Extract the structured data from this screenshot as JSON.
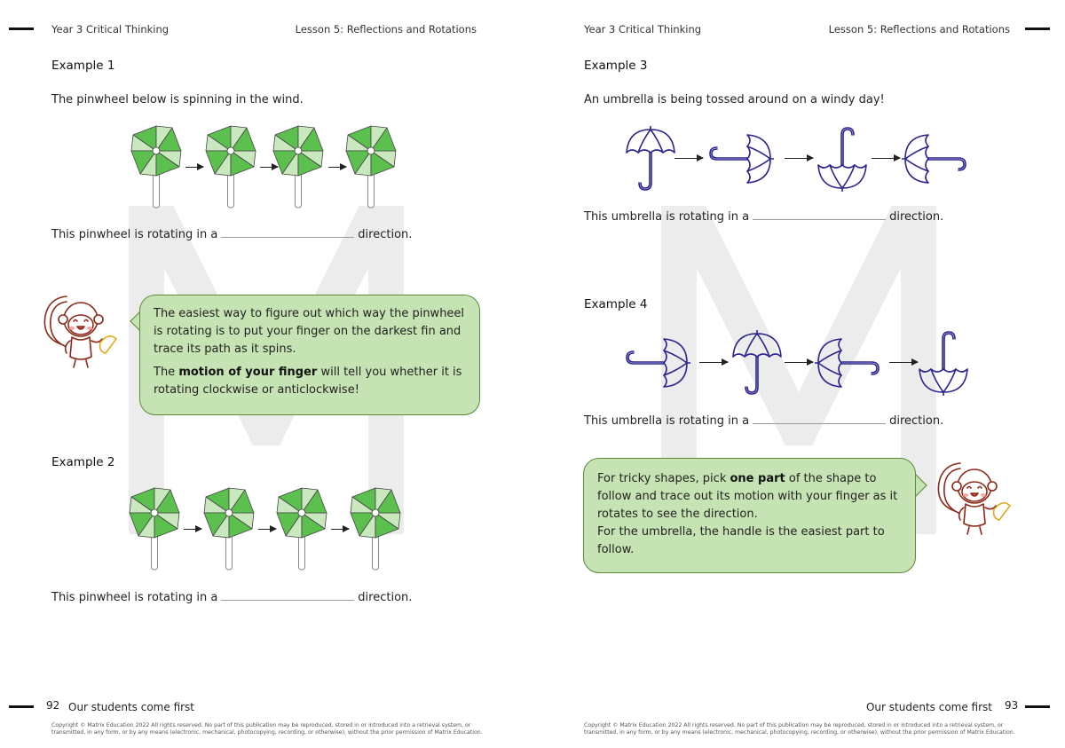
{
  "left": {
    "header_left": "Year 3 Critical Thinking",
    "header_right": "Lesson 5: Reflections and Rotations",
    "example1": {
      "heading": "Example 1",
      "intro": "The pinwheel below is spinning in the wind.",
      "answer_before": "This pinwheel is rotating in a",
      "answer_after": "direction."
    },
    "tip": {
      "line1": "The easiest way to figure out which way the pinwheel is rotating is to put your finger on the darkest fin and trace its path as it spins.",
      "line2_before": "The",
      "line2_bold": "motion of your finger",
      "line2_after": "will tell you whether it is rotating clockwise or anticlockwise!"
    },
    "example2": {
      "heading": "Example 2",
      "answer_before": "This pinwheel is rotating in a",
      "answer_after": "direction."
    },
    "page_number": "92",
    "slogan": "Our students come first",
    "copyright": "Copyright © Matrix Education 2022 All rights reserved. No part of this publication may be reproduced, stored in or introduced into a retrieval system, or transmitted, in any form, or by any means (electronic, mechanical, photocopying, recording, or otherwise), without the prior permission of Matrix Education."
  },
  "right": {
    "header_left": "Year 3 Critical Thinking",
    "header_right": "Lesson 5: Reflections and Rotations",
    "example3": {
      "heading": "Example 3",
      "intro": "An umbrella is being tossed around on a windy day!",
      "answer_before": "This umbrella is rotating in a",
      "answer_after": "direction."
    },
    "example4": {
      "heading": "Example 4",
      "answer_before": "This umbrella is rotating in a",
      "answer_after": "direction."
    },
    "tip": {
      "line1_before": "For tricky shapes, pick",
      "line1_bold": "one part",
      "line1_after": "of the shape to follow and trace out its motion with your finger as it rotates to see the direction.",
      "line2": "For the umbrella, the handle is the easiest part to follow."
    },
    "page_number": "93",
    "slogan": "Our students come first",
    "copyright": "Copyright © Matrix Education 2022 All rights reserved. No part of this publication may be reproduced, stored in or introduced into a retrieval system, or transmitted, in any form, or by any means (electronic, mechanical, photocopying, recording, or otherwise), without the prior permission of Matrix Education."
  },
  "colors": {
    "fin_light": "#c9e8bd",
    "fin_green": "#5cc04f",
    "fin_dark": "#3b3aa0",
    "fin_purple": "#7a6fd0",
    "umbrella": "#2b2490",
    "bubble_fill": "#c6e3b3",
    "bubble_border": "#5b8a3a",
    "monkey_line": "#8b2a1a"
  }
}
